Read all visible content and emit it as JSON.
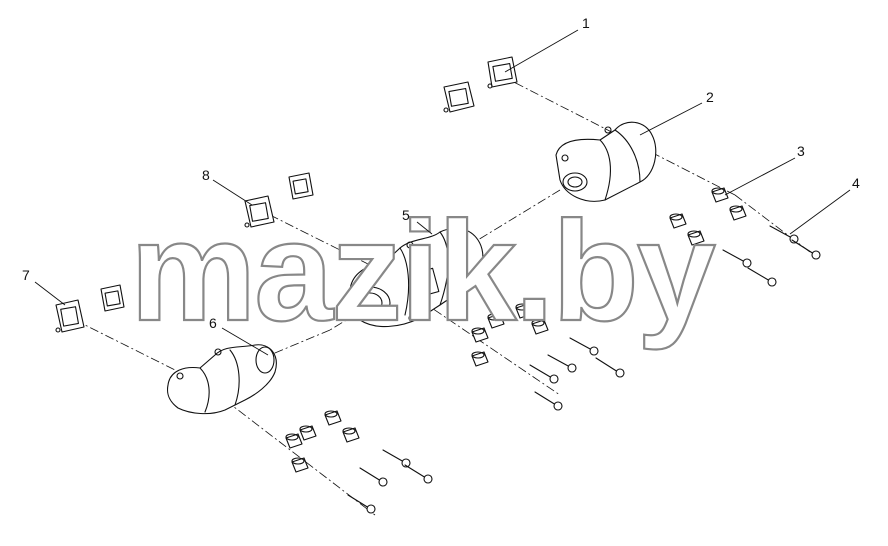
{
  "diagram": {
    "callouts": [
      "1",
      "2",
      "3",
      "4",
      "5",
      "6",
      "7",
      "8"
    ],
    "watermark": "mazik.by"
  }
}
